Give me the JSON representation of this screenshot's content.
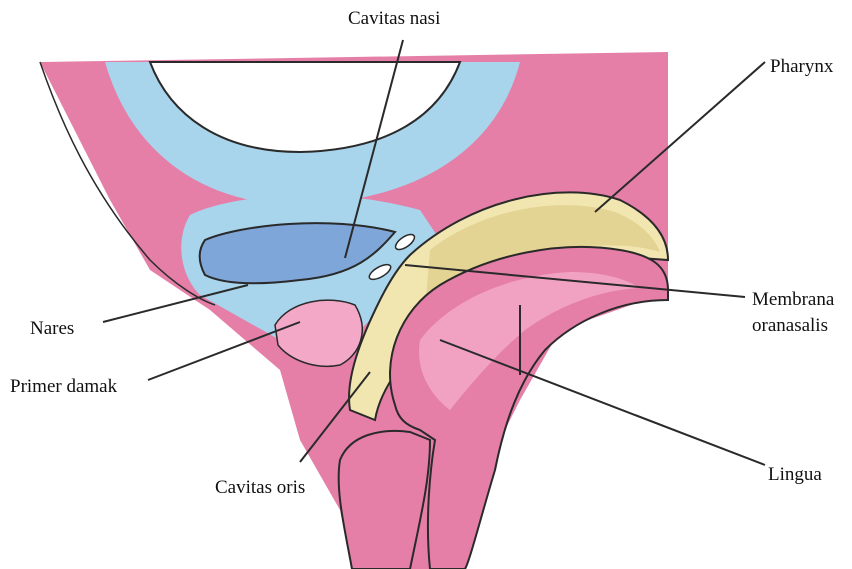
{
  "labels": {
    "cavitas_nasi": "Cavitas nasi",
    "pharynx": "Pharynx",
    "nares": "Nares",
    "primer_damak": "Primer damak",
    "membrana_line1": "Membrana",
    "membrana_line2": "oranasalis",
    "cavitas_oris": "Cavitas oris",
    "lingua": "Lingua"
  },
  "colors": {
    "tissue_pink": "#e57fa8",
    "tissue_light_pink": "#f3a8c8",
    "brain_blue": "#a8d4ec",
    "nasal_blue": "#7fa6d8",
    "oral_yellow": "#f2e6b0",
    "oral_yellow_dark": "#d9c47c",
    "outline": "#2a2a2a"
  }
}
